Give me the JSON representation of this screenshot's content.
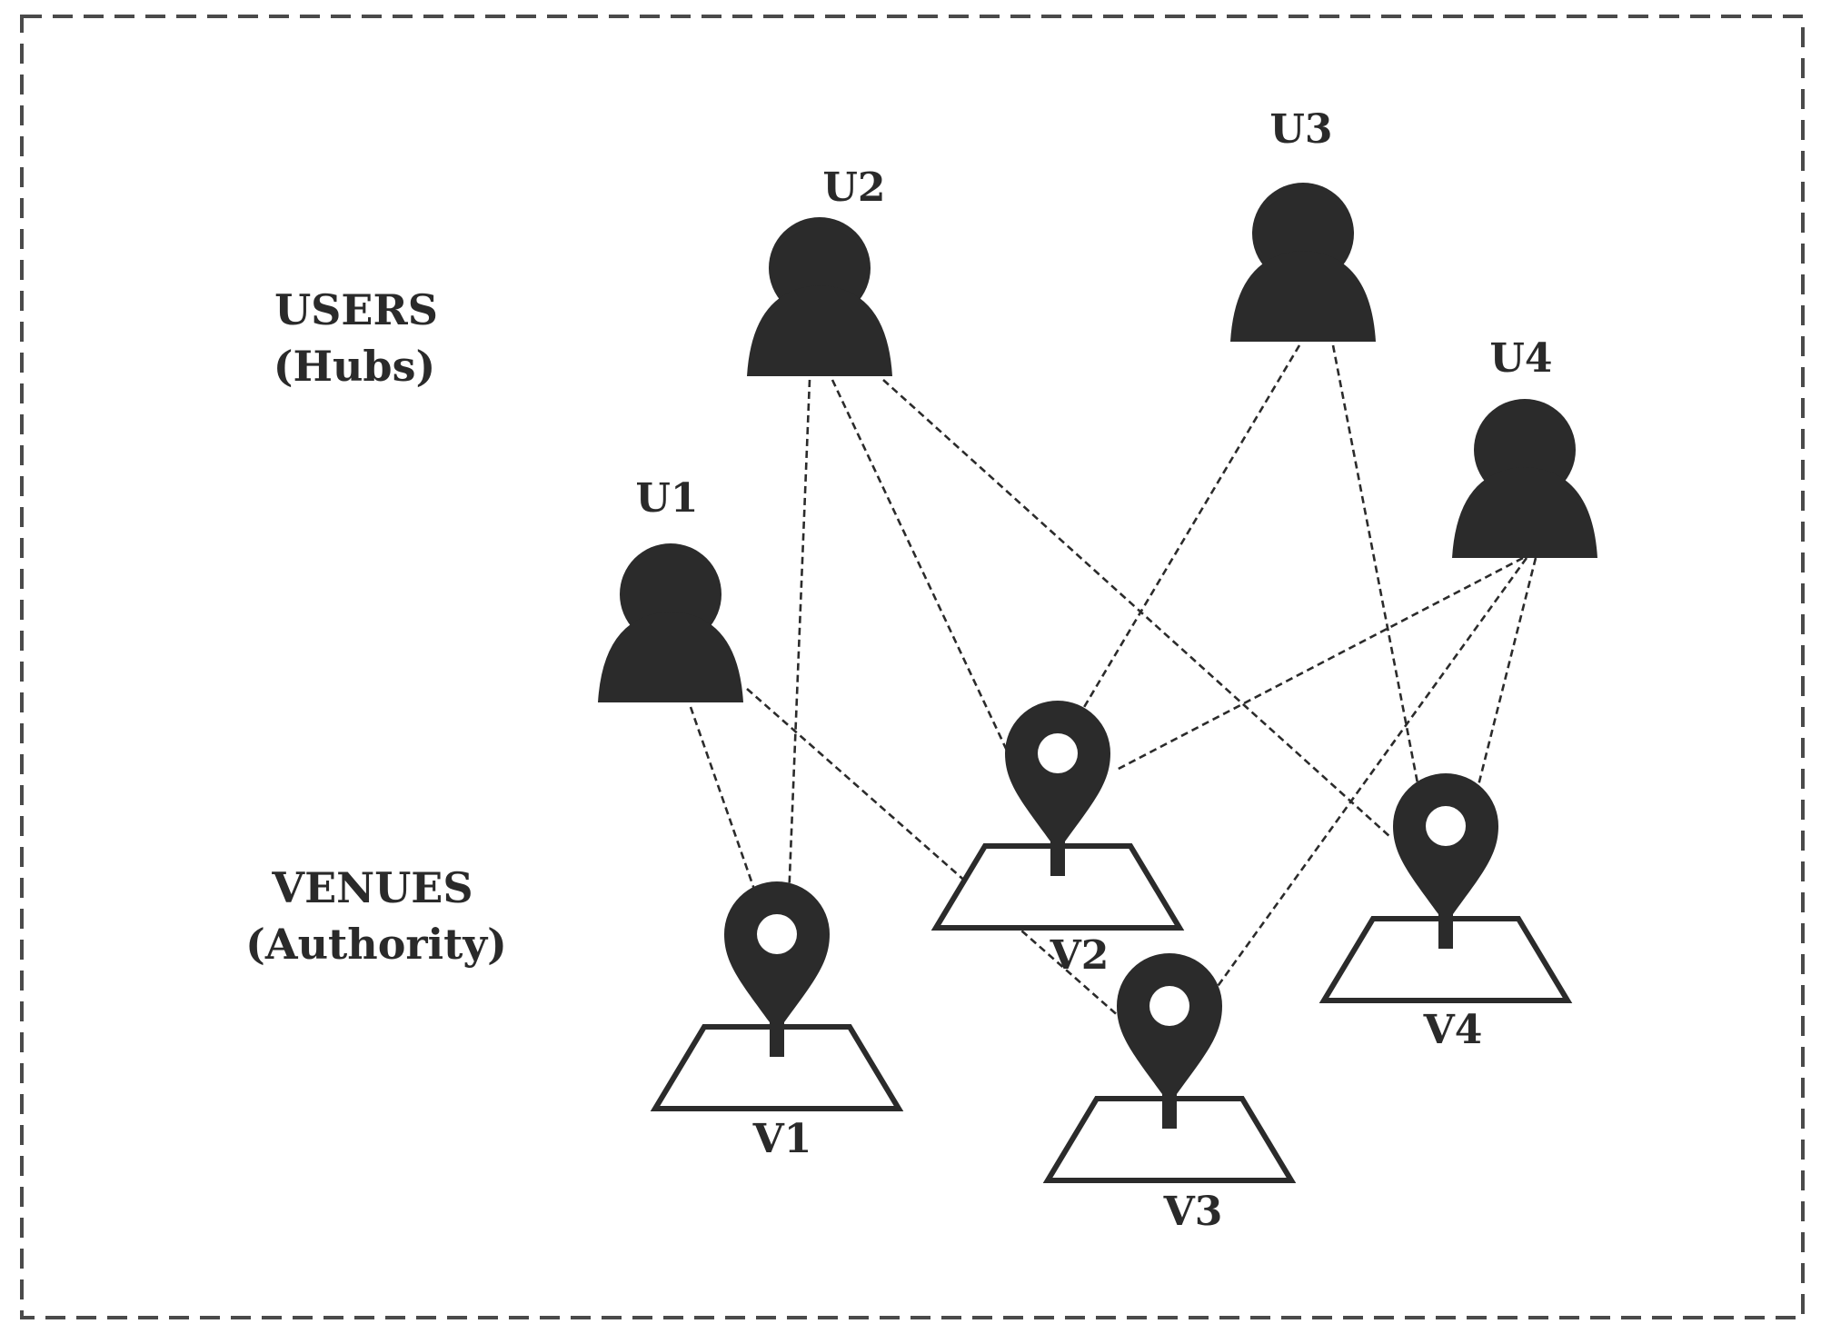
{
  "groups": {
    "users": {
      "line1": "USERS",
      "line2": "(Hubs)"
    },
    "venues": {
      "line1": "VENUES",
      "line2": "(Authority)"
    }
  },
  "users": [
    {
      "id": "U1",
      "label": "U1"
    },
    {
      "id": "U2",
      "label": "U2"
    },
    {
      "id": "U3",
      "label": "U3"
    },
    {
      "id": "U4",
      "label": "U4"
    }
  ],
  "venues": [
    {
      "id": "V1",
      "label": "V1"
    },
    {
      "id": "V2",
      "label": "V2"
    },
    {
      "id": "V3",
      "label": "V3"
    },
    {
      "id": "V4",
      "label": "V4"
    }
  ],
  "edges": [
    [
      "U1",
      "V1"
    ],
    [
      "U1",
      "V3"
    ],
    [
      "U2",
      "V1"
    ],
    [
      "U2",
      "V2"
    ],
    [
      "U2",
      "V4"
    ],
    [
      "U3",
      "V2"
    ],
    [
      "U3",
      "V4"
    ],
    [
      "U4",
      "V2"
    ],
    [
      "U4",
      "V3"
    ],
    [
      "U4",
      "V4"
    ]
  ],
  "colors": {
    "ink": "#2b2b2b",
    "frame": "#4a4a4a"
  },
  "icons": {
    "user": "person-icon",
    "venue": "map-pin-icon"
  }
}
